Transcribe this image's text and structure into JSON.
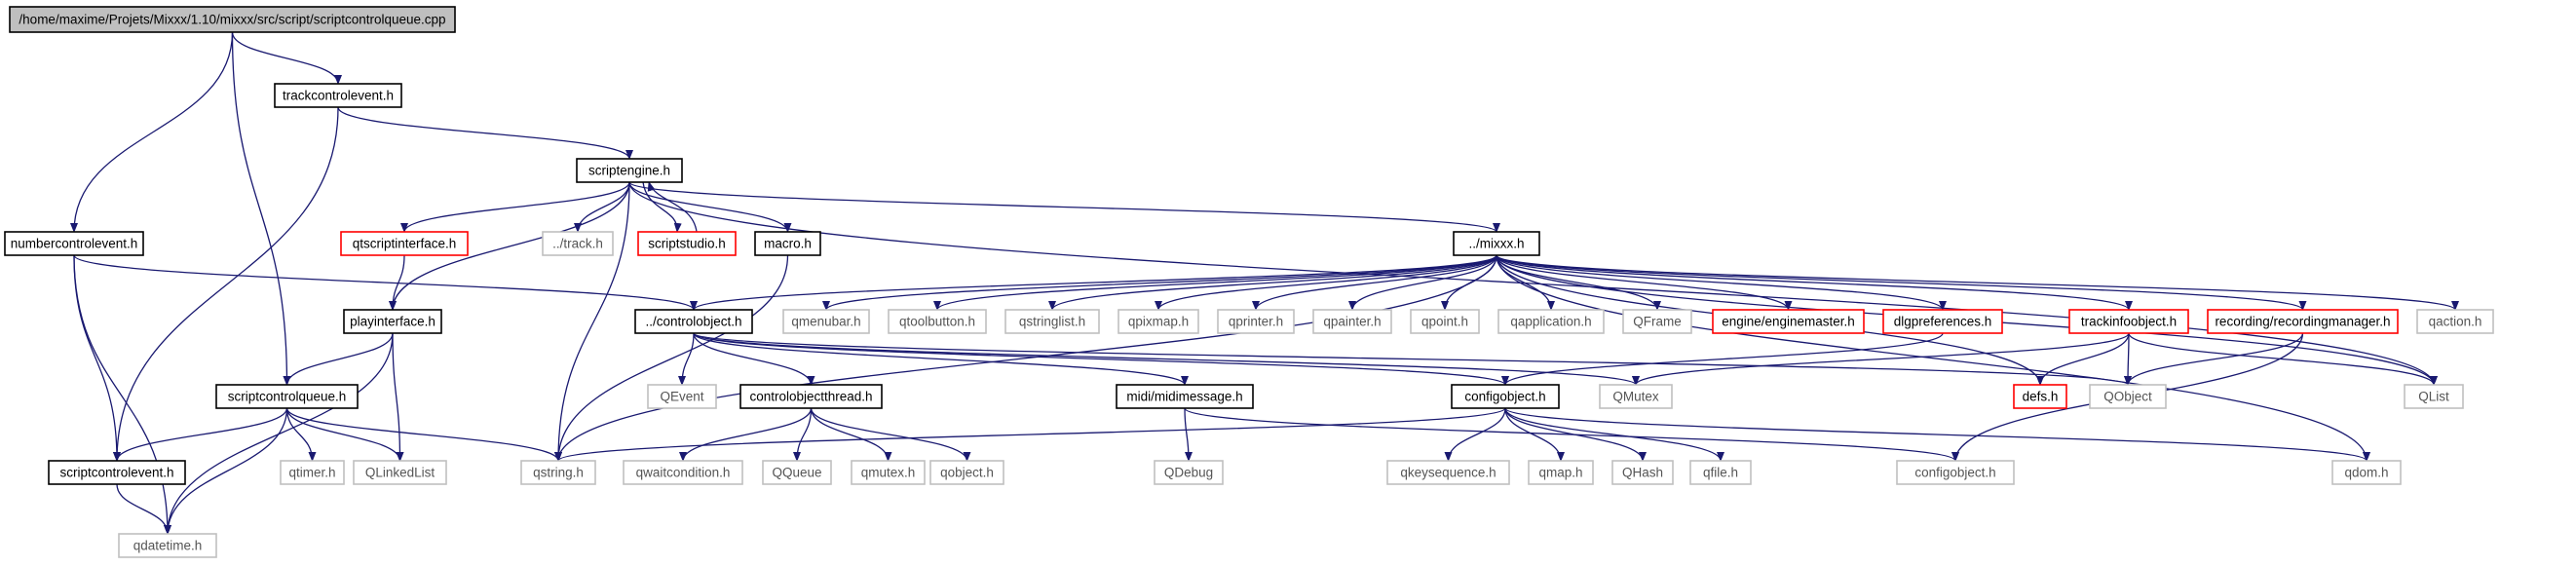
{
  "colors": {
    "edge": "#191970",
    "box_black": "#000000",
    "box_red": "#ff0000",
    "box_grey": "#bfbfbf",
    "root_fill": "#bfbfbf"
  },
  "nodes": [
    {
      "id": "root",
      "label": "/home/maxime/Projets/Mixxx/1.10/mixxx/src/script/scriptcontrolqueue.cpp",
      "style": "root"
    },
    {
      "id": "trackcontrolevent",
      "label": "trackcontrolevent.h",
      "style": "black"
    },
    {
      "id": "scriptengine",
      "label": "scriptengine.h",
      "style": "black"
    },
    {
      "id": "numbercontrolevent",
      "label": "numbercontrolevent.h",
      "style": "black"
    },
    {
      "id": "qtscriptinterface",
      "label": "qtscriptinterface.h",
      "style": "red"
    },
    {
      "id": "track",
      "label": "../track.h",
      "style": "grey"
    },
    {
      "id": "scriptstudio",
      "label": "scriptstudio.h",
      "style": "red"
    },
    {
      "id": "macro",
      "label": "macro.h",
      "style": "black"
    },
    {
      "id": "mixxx",
      "label": "../mixxx.h",
      "style": "black"
    },
    {
      "id": "playinterface",
      "label": "playinterface.h",
      "style": "black"
    },
    {
      "id": "controlobject",
      "label": "../controlobject.h",
      "style": "black"
    },
    {
      "id": "qmenubar",
      "label": "qmenubar.h",
      "style": "grey"
    },
    {
      "id": "qtoolbutton",
      "label": "qtoolbutton.h",
      "style": "grey"
    },
    {
      "id": "qstringlist",
      "label": "qstringlist.h",
      "style": "grey"
    },
    {
      "id": "qpixmap",
      "label": "qpixmap.h",
      "style": "grey"
    },
    {
      "id": "qprinter",
      "label": "qprinter.h",
      "style": "grey"
    },
    {
      "id": "qpainter",
      "label": "qpainter.h",
      "style": "grey"
    },
    {
      "id": "qpoint",
      "label": "qpoint.h",
      "style": "grey"
    },
    {
      "id": "qapplication",
      "label": "qapplication.h",
      "style": "grey"
    },
    {
      "id": "qframe",
      "label": "QFrame",
      "style": "grey"
    },
    {
      "id": "enginemaster",
      "label": "engine/enginemaster.h",
      "style": "red"
    },
    {
      "id": "dlgpreferences",
      "label": "dlgpreferences.h",
      "style": "red"
    },
    {
      "id": "trackinfoobject",
      "label": "trackinfoobject.h",
      "style": "red"
    },
    {
      "id": "recordingmanager",
      "label": "recording/recordingmanager.h",
      "style": "red"
    },
    {
      "id": "qaction",
      "label": "qaction.h",
      "style": "grey"
    },
    {
      "id": "scriptcontrolqueue",
      "label": "scriptcontrolqueue.h",
      "style": "black"
    },
    {
      "id": "qevent",
      "label": "QEvent",
      "style": "grey"
    },
    {
      "id": "controlobjectthread",
      "label": "controlobjectthread.h",
      "style": "black"
    },
    {
      "id": "midimessage",
      "label": "midi/midimessage.h",
      "style": "black"
    },
    {
      "id": "configobject",
      "label": "configobject.h",
      "style": "black"
    },
    {
      "id": "qmutex",
      "label": "QMutex",
      "style": "grey"
    },
    {
      "id": "defs",
      "label": "defs.h",
      "style": "red"
    },
    {
      "id": "qobject_cls",
      "label": "QObject",
      "style": "grey"
    },
    {
      "id": "qlist",
      "label": "QList",
      "style": "grey"
    },
    {
      "id": "scriptcontrolevent",
      "label": "scriptcontrolevent.h",
      "style": "black"
    },
    {
      "id": "qtimer",
      "label": "qtimer.h",
      "style": "grey"
    },
    {
      "id": "qlinkedlist",
      "label": "QLinkedList",
      "style": "grey"
    },
    {
      "id": "qstring",
      "label": "qstring.h",
      "style": "grey"
    },
    {
      "id": "qwaitcondition",
      "label": "qwaitcondition.h",
      "style": "grey"
    },
    {
      "id": "qqueue",
      "label": "QQueue",
      "style": "grey"
    },
    {
      "id": "qmutex_h",
      "label": "qmutex.h",
      "style": "grey"
    },
    {
      "id": "qobject_h",
      "label": "qobject.h",
      "style": "grey"
    },
    {
      "id": "qdebug",
      "label": "QDebug",
      "style": "grey"
    },
    {
      "id": "qkeysequence",
      "label": "qkeysequence.h",
      "style": "grey"
    },
    {
      "id": "qmap",
      "label": "qmap.h",
      "style": "grey"
    },
    {
      "id": "qhash",
      "label": "QHash",
      "style": "grey"
    },
    {
      "id": "qfile",
      "label": "qfile.h",
      "style": "grey"
    },
    {
      "id": "configobject_grey",
      "label": "configobject.h",
      "style": "grey"
    },
    {
      "id": "qdom",
      "label": "qdom.h",
      "style": "grey"
    },
    {
      "id": "qdatetime",
      "label": "qdatetime.h",
      "style": "grey"
    }
  ],
  "edges": [
    [
      "root",
      "trackcontrolevent"
    ],
    [
      "root",
      "numbercontrolevent"
    ],
    [
      "root",
      "scriptcontrolqueue"
    ],
    [
      "trackcontrolevent",
      "scriptengine"
    ],
    [
      "trackcontrolevent",
      "scriptcontrolevent"
    ],
    [
      "scriptengine",
      "qtscriptinterface"
    ],
    [
      "scriptengine",
      "track"
    ],
    [
      "scriptengine",
      "scriptstudio"
    ],
    [
      "scriptstudio",
      "scriptengine"
    ],
    [
      "scriptengine",
      "macro"
    ],
    [
      "scriptengine",
      "mixxx"
    ],
    [
      "scriptengine",
      "playinterface"
    ],
    [
      "scriptengine",
      "qstring"
    ],
    [
      "scriptengine",
      "qlist"
    ],
    [
      "macro",
      "qstring"
    ],
    [
      "qtscriptinterface",
      "playinterface"
    ],
    [
      "numbercontrolevent",
      "controlobject"
    ],
    [
      "numbercontrolevent",
      "scriptcontrolevent"
    ],
    [
      "numbercontrolevent",
      "qdatetime"
    ],
    [
      "playinterface",
      "scriptcontrolqueue"
    ],
    [
      "playinterface",
      "qlinkedlist"
    ],
    [
      "playinterface",
      "qdatetime"
    ],
    [
      "mixxx",
      "controlobject"
    ],
    [
      "mixxx",
      "qmenubar"
    ],
    [
      "mixxx",
      "qtoolbutton"
    ],
    [
      "mixxx",
      "qstringlist"
    ],
    [
      "mixxx",
      "qpixmap"
    ],
    [
      "mixxx",
      "qprinter"
    ],
    [
      "mixxx",
      "qpainter"
    ],
    [
      "mixxx",
      "qpoint"
    ],
    [
      "mixxx",
      "qapplication"
    ],
    [
      "mixxx",
      "qframe"
    ],
    [
      "mixxx",
      "enginemaster"
    ],
    [
      "mixxx",
      "dlgpreferences"
    ],
    [
      "mixxx",
      "trackinfoobject"
    ],
    [
      "mixxx",
      "recordingmanager"
    ],
    [
      "mixxx",
      "qaction"
    ],
    [
      "mixxx",
      "defs"
    ],
    [
      "mixxx",
      "qlist"
    ],
    [
      "mixxx",
      "qdom"
    ],
    [
      "mixxx",
      "qstring"
    ],
    [
      "controlobject",
      "qevent"
    ],
    [
      "controlobject",
      "controlobjectthread"
    ],
    [
      "controlobject",
      "midimessage"
    ],
    [
      "controlobject",
      "configobject"
    ],
    [
      "controlobject",
      "qmutex"
    ],
    [
      "controlobject",
      "qobject_cls"
    ],
    [
      "dlgpreferences",
      "configobject"
    ],
    [
      "trackinfoobject",
      "defs"
    ],
    [
      "trackinfoobject",
      "qobject_cls"
    ],
    [
      "trackinfoobject",
      "qlist"
    ],
    [
      "trackinfoobject",
      "qmutex"
    ],
    [
      "recordingmanager",
      "qobject_cls"
    ],
    [
      "recordingmanager",
      "configobject_grey"
    ],
    [
      "scriptcontrolqueue",
      "scriptcontrolevent"
    ],
    [
      "scriptcontrolqueue",
      "qtimer"
    ],
    [
      "scriptcontrolqueue",
      "qlinkedlist"
    ],
    [
      "scriptcontrolqueue",
      "qstring"
    ],
    [
      "scriptcontrolqueue",
      "qdatetime"
    ],
    [
      "scriptcontrolevent",
      "qdatetime"
    ],
    [
      "controlobjectthread",
      "qwaitcondition"
    ],
    [
      "controlobjectthread",
      "qqueue"
    ],
    [
      "controlobjectthread",
      "qmutex_h"
    ],
    [
      "controlobjectthread",
      "qobject_h"
    ],
    [
      "midimessage",
      "qdebug"
    ],
    [
      "midimessage",
      "configobject_grey"
    ],
    [
      "configobject",
      "qstring"
    ],
    [
      "configobject",
      "qkeysequence"
    ],
    [
      "configobject",
      "qmap"
    ],
    [
      "configobject",
      "qhash"
    ],
    [
      "configobject",
      "qfile"
    ],
    [
      "configobject",
      "qdom"
    ]
  ]
}
